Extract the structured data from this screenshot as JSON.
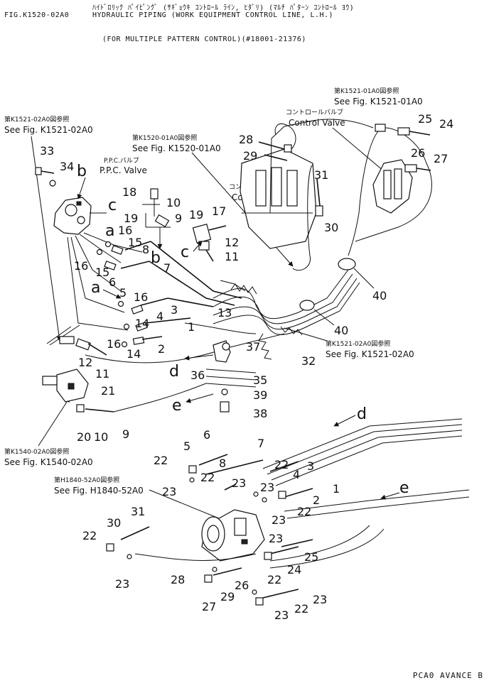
{
  "header": {
    "fig_code": "FIG.K1520-02A0",
    "title_jp": "ﾊｲﾄﾞﾛﾘｯｸ ﾊﾟｲﾋﾟﾝｸﾞ (ｻｷﾞｮｳｷ ｺﾝﾄﾛｰﾙ ﾗｲﾝ, ﾋﾀﾞﾘ) (ﾏﾙﾁ ﾊﾟﾀｰﾝ ｺﾝﾄﾛｰﾙ ﾖｳ)",
    "title_en": "HYDRAULIC PIPING (WORK EQUIPMENT CONTROL LINE, L.H.)",
    "subtitle": "(FOR MULTIPLE PATTERN CONTROL)(#18001-21376)"
  },
  "references": [
    {
      "id": "ref-k1521-01a0",
      "jp": "第K1521-01A0図参照",
      "en": "See Fig. K1521-01A0"
    },
    {
      "id": "ref-k1521-02a0-top",
      "jp": "第K1521-02A0図参照",
      "en": "See Fig. K1521-02A0"
    },
    {
      "id": "ref-k1520-01a0",
      "jp": "第K1520-01A0図参照",
      "en": "See Fig. K1520-01A0"
    },
    {
      "id": "ref-k1521-02a0-mid",
      "jp": "第K1521-02A0図参照",
      "en": "See Fig. K1521-02A0"
    },
    {
      "id": "ref-k1540-02a0",
      "jp": "第K1540-02A0図参照",
      "en": "See Fig. K1540-02A0"
    },
    {
      "id": "ref-h1840-52a0",
      "jp": "第H1840-52A0図参照",
      "en": "See Fig. H1840-52A0"
    }
  ],
  "component_labels": {
    "ppc_valve_jp": "P.P.C.バルブ",
    "ppc_valve_en": "P.P.C. Valve",
    "control_valve_jp": "コントロールバルブ",
    "control_valve_en": "Control Valve",
    "control_valve_top_jp": "コントロールバルブ",
    "control_valve_top_en": "Control Valve"
  },
  "part_numbers": [
    {
      "n": "33"
    },
    {
      "n": "34"
    },
    {
      "n": "16"
    },
    {
      "n": "15"
    },
    {
      "n": "8"
    },
    {
      "n": "16"
    },
    {
      "n": "15"
    },
    {
      "n": "7"
    },
    {
      "n": "6"
    },
    {
      "n": "5"
    },
    {
      "n": "16"
    },
    {
      "n": "3"
    },
    {
      "n": "4"
    },
    {
      "n": "14"
    },
    {
      "n": "1"
    },
    {
      "n": "16"
    },
    {
      "n": "14"
    },
    {
      "n": "2"
    },
    {
      "n": "18"
    },
    {
      "n": "10"
    },
    {
      "n": "19"
    },
    {
      "n": "9"
    },
    {
      "n": "19"
    },
    {
      "n": "17"
    },
    {
      "n": "12"
    },
    {
      "n": "11"
    },
    {
      "n": "13"
    },
    {
      "n": "28"
    },
    {
      "n": "29"
    },
    {
      "n": "31"
    },
    {
      "n": "30"
    },
    {
      "n": "25"
    },
    {
      "n": "24"
    },
    {
      "n": "26"
    },
    {
      "n": "27"
    },
    {
      "n": "40"
    },
    {
      "n": "40"
    },
    {
      "n": "37"
    },
    {
      "n": "32"
    },
    {
      "n": "36"
    },
    {
      "n": "35"
    },
    {
      "n": "39"
    },
    {
      "n": "38"
    },
    {
      "n": "12"
    },
    {
      "n": "11"
    },
    {
      "n": "21"
    },
    {
      "n": "20"
    },
    {
      "n": "10"
    },
    {
      "n": "9"
    },
    {
      "n": "6"
    },
    {
      "n": "5"
    },
    {
      "n": "7"
    },
    {
      "n": "22"
    },
    {
      "n": "8"
    },
    {
      "n": "3"
    },
    {
      "n": "22"
    },
    {
      "n": "4"
    },
    {
      "n": "22"
    },
    {
      "n": "23"
    },
    {
      "n": "23"
    },
    {
      "n": "23"
    },
    {
      "n": "1"
    },
    {
      "n": "2"
    },
    {
      "n": "22"
    },
    {
      "n": "23"
    },
    {
      "n": "31"
    },
    {
      "n": "30"
    },
    {
      "n": "22"
    },
    {
      "n": "23"
    },
    {
      "n": "25"
    },
    {
      "n": "23"
    },
    {
      "n": "24"
    },
    {
      "n": "22"
    },
    {
      "n": "28"
    },
    {
      "n": "29"
    },
    {
      "n": "26"
    },
    {
      "n": "23"
    },
    {
      "n": "27"
    },
    {
      "n": "22"
    },
    {
      "n": "23"
    }
  ],
  "letters": {
    "b1": "b",
    "c1": "c",
    "a1": "a",
    "c2": "c",
    "b2": "b",
    "a2": "a",
    "d1": "d",
    "e1": "e",
    "d2": "d",
    "e2": "e"
  },
  "footer": "PCA0 AVANCE B"
}
